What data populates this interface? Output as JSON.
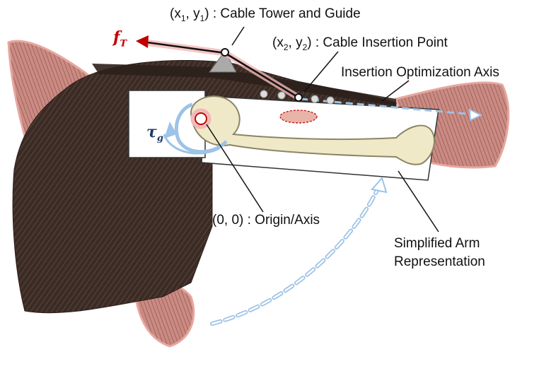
{
  "labels": {
    "cable_tower": {
      "point": "(x",
      "sub1": "1",
      "mid": ", y",
      "sub2": "1",
      "rest": ") : Cable Tower and Guide"
    },
    "insertion_point": {
      "point": "(x",
      "sub1": "2",
      "mid": ", y",
      "sub2": "2",
      "rest": ") : Cable Insertion Point"
    },
    "optimization_axis": "Insertion Optimization Axis",
    "origin": "(0, 0) : Origin/Axis",
    "arm_line1": "Simplified Arm",
    "arm_line2": "Representation"
  },
  "symbols": {
    "force": "f",
    "force_sub": "T",
    "torque": "τ",
    "torque_sub": "g"
  },
  "colors": {
    "muscle_dark": "#3a2a24",
    "muscle_pink": "#d9a39a",
    "force_red": "#c00000",
    "torque_blue": "#1f3864",
    "arrow_blue": "#9dc3e6",
    "bone": "#efe9c8"
  }
}
